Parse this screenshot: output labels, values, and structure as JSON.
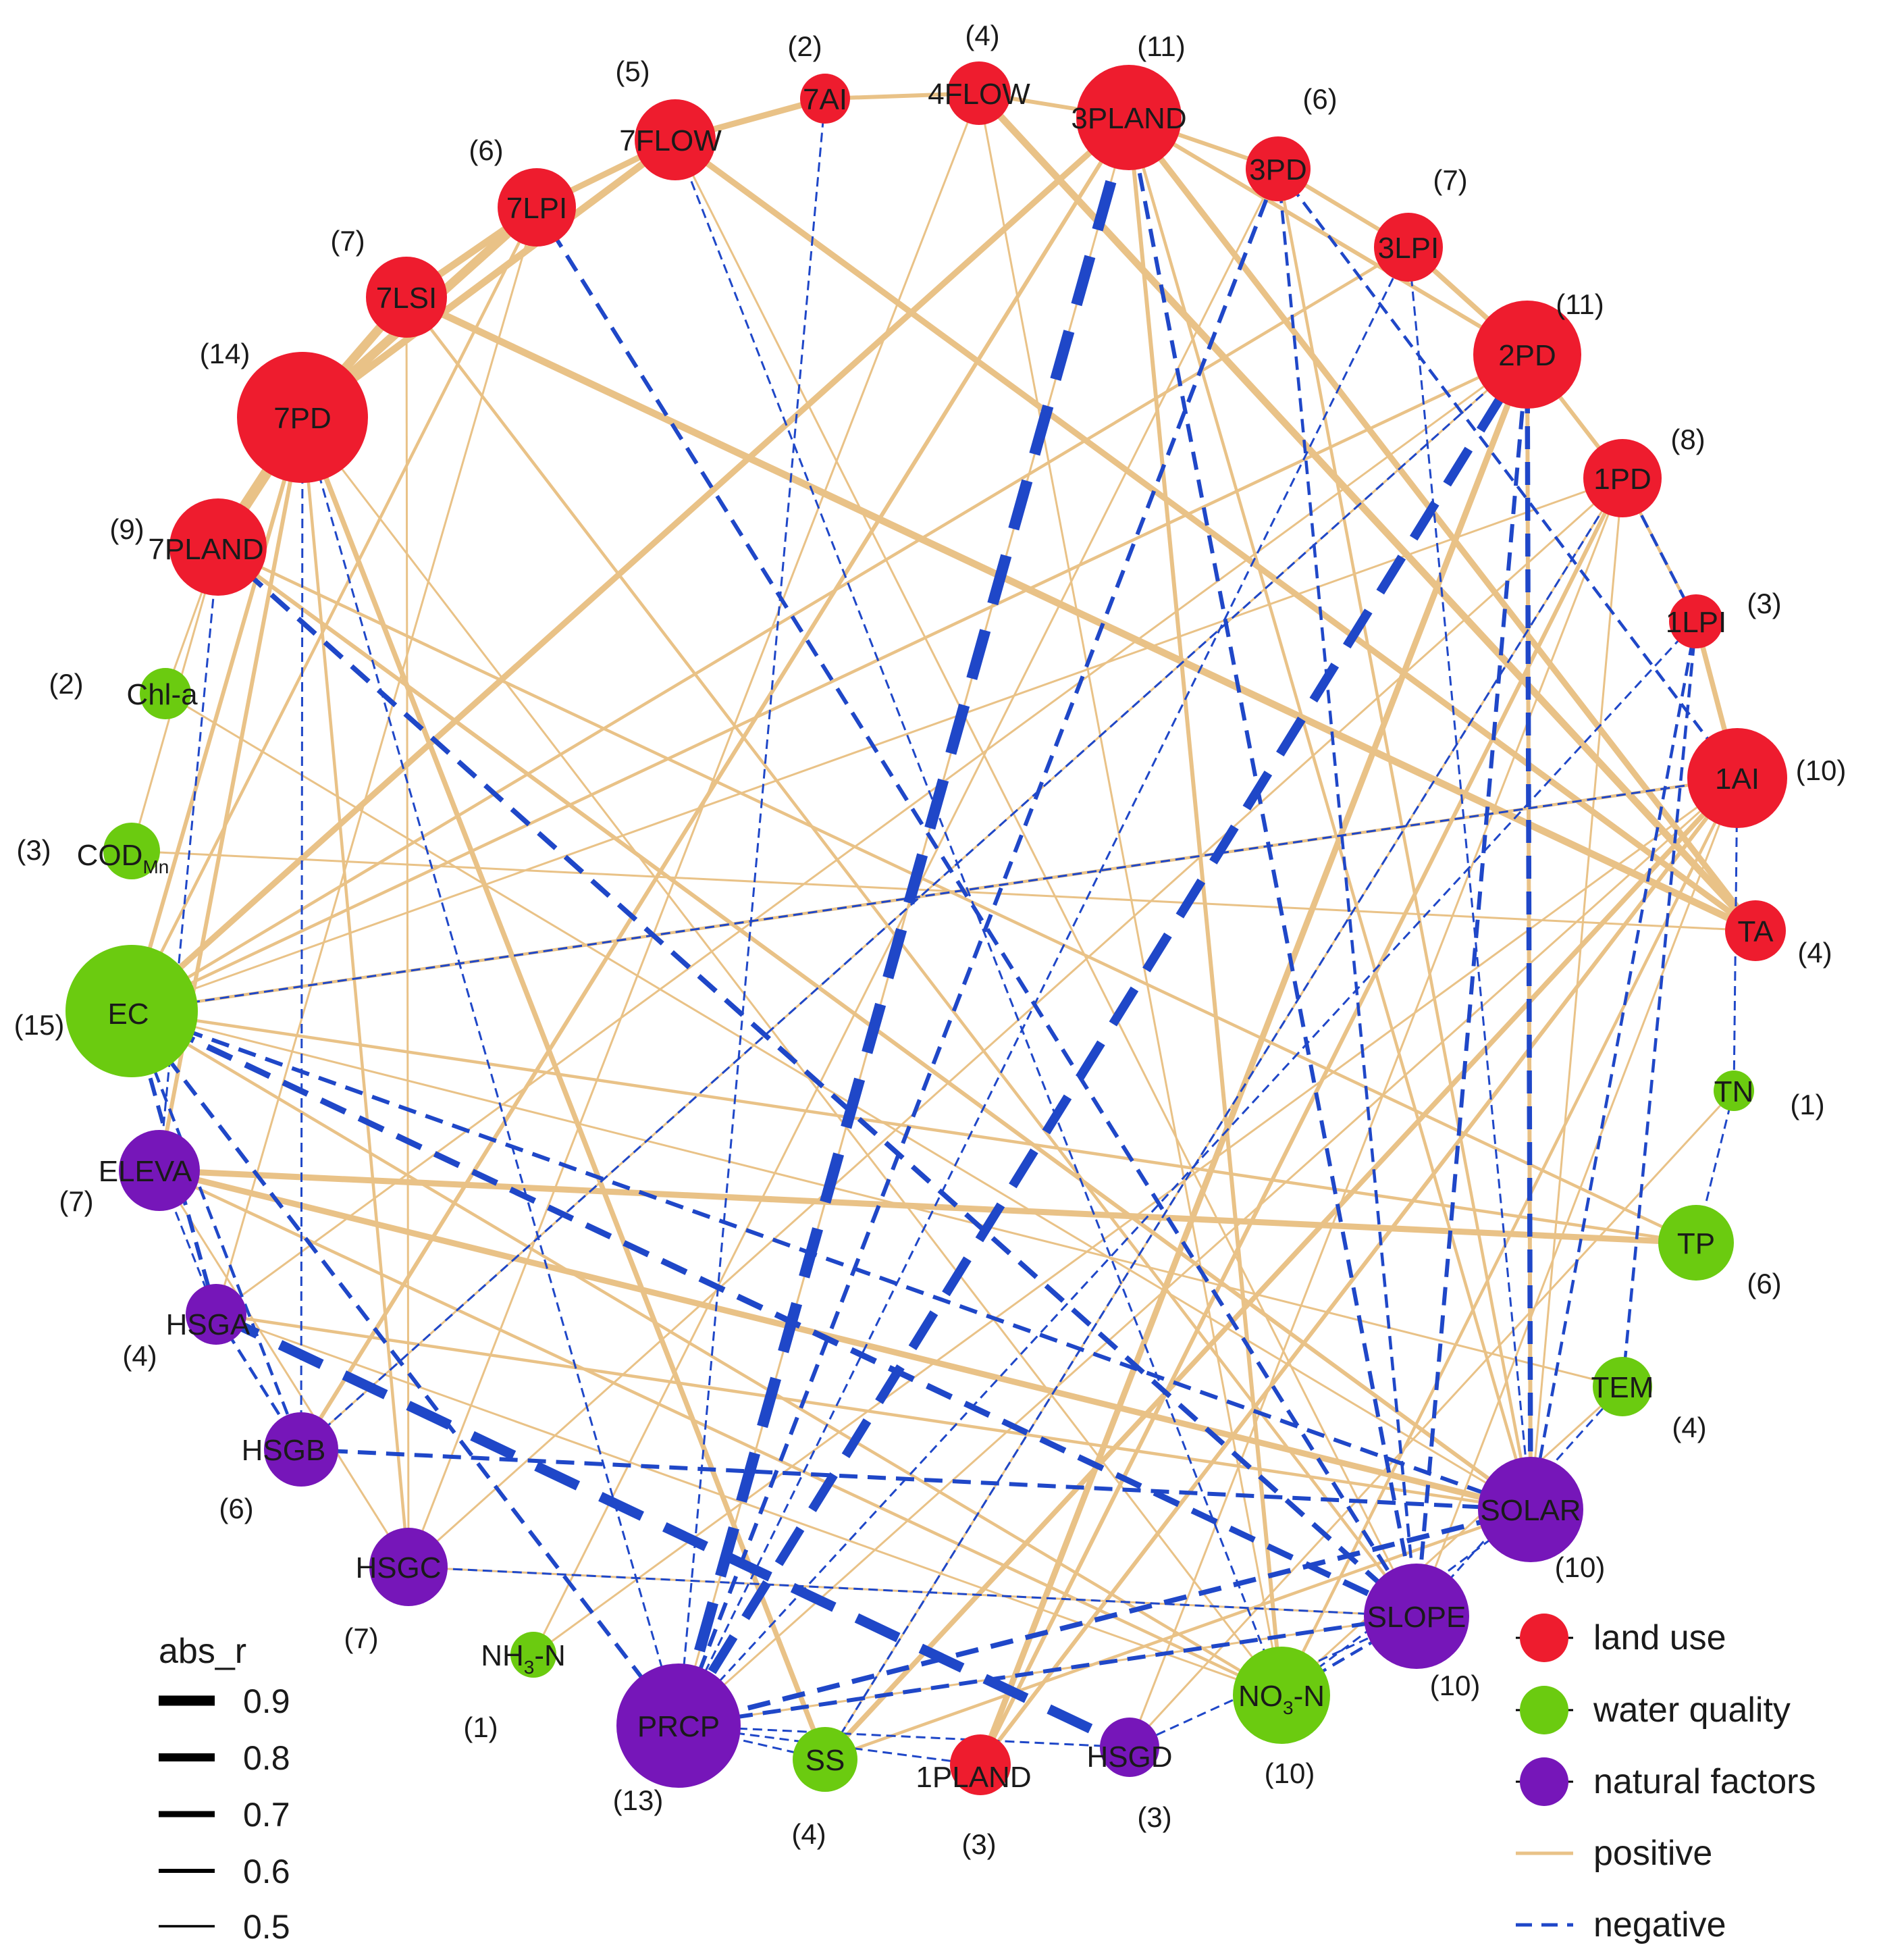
{
  "colors": {
    "land": "#ee1c2e",
    "water": "#6bcb10",
    "natural": "#7616b9",
    "positive": "#e9c287",
    "negative": "#1f47c8"
  },
  "nodes": [
    {
      "id": "7AI",
      "label": "7AI",
      "count": "(2)",
      "group": "land"
    },
    {
      "id": "4FLOW",
      "label": "4FLOW",
      "count": "(4)",
      "group": "land"
    },
    {
      "id": "3PLAND",
      "label": "3PLAND",
      "count": "(11)",
      "group": "land"
    },
    {
      "id": "3PD",
      "label": "3PD",
      "count": "(6)",
      "group": "land"
    },
    {
      "id": "3LPI",
      "label": "3LPI",
      "count": "(7)",
      "group": "land"
    },
    {
      "id": "2PD",
      "label": "2PD",
      "count": "(11)",
      "group": "land"
    },
    {
      "id": "1PD",
      "label": "1PD",
      "count": "(8)",
      "group": "land"
    },
    {
      "id": "1LPI",
      "label": "1LPI",
      "count": "(3)",
      "group": "land"
    },
    {
      "id": "1AI",
      "label": "1AI",
      "count": "(10)",
      "group": "land"
    },
    {
      "id": "TA",
      "label": "TA",
      "count": "(4)",
      "group": "land"
    },
    {
      "id": "TN",
      "label": "TN",
      "count": "(1)",
      "group": "water"
    },
    {
      "id": "TP",
      "label": "TP",
      "count": "(6)",
      "group": "water"
    },
    {
      "id": "TEM",
      "label": "TEM",
      "count": "(4)",
      "group": "water"
    },
    {
      "id": "SOLAR",
      "label": "SOLAR",
      "count": "(10)",
      "group": "natural"
    },
    {
      "id": "SLOPE",
      "label": "SLOPE",
      "count": "(10)",
      "group": "natural"
    },
    {
      "id": "NO3N",
      "label": "NO",
      "sub": "3",
      "tail": "-N",
      "count": "(10)",
      "group": "water"
    },
    {
      "id": "HSGD",
      "label": "HSGD",
      "count": "(3)",
      "group": "natural"
    },
    {
      "id": "1PLAND",
      "label": "1PLAND",
      "count": "(3)",
      "group": "land"
    },
    {
      "id": "SS",
      "label": "SS",
      "count": "(4)",
      "group": "water"
    },
    {
      "id": "PRCP",
      "label": "PRCP",
      "count": "(13)",
      "group": "natural"
    },
    {
      "id": "NH3N",
      "label": "NH",
      "sub": "3",
      "tail": "-N",
      "count": "(1)",
      "group": "water"
    },
    {
      "id": "HSGC",
      "label": "HSGC",
      "count": "(7)",
      "group": "natural"
    },
    {
      "id": "HSGB",
      "label": "HSGB",
      "count": "(6)",
      "group": "natural"
    },
    {
      "id": "HSGA",
      "label": "HSGA",
      "count": "(4)",
      "group": "natural"
    },
    {
      "id": "ELEVA",
      "label": "ELEVA",
      "count": "(7)",
      "group": "natural"
    },
    {
      "id": "EC",
      "label": "EC",
      "count": "(15)",
      "group": "water"
    },
    {
      "id": "CODMn",
      "label": "COD",
      "sub": "Mn",
      "tail": "",
      "count": "(3)",
      "group": "water"
    },
    {
      "id": "Chla",
      "label": "Chl-a",
      "count": "(2)",
      "group": "water"
    },
    {
      "id": "7PLAND",
      "label": "7PLAND",
      "count": "(9)",
      "group": "land"
    },
    {
      "id": "7PD",
      "label": "7PD",
      "count": "(14)",
      "group": "land"
    },
    {
      "id": "7LSI",
      "label": "7LSI",
      "count": "(7)",
      "group": "land"
    },
    {
      "id": "7LPI",
      "label": "7LPI",
      "count": "(6)",
      "group": "land"
    },
    {
      "id": "7FLOW",
      "label": "7FLOW",
      "count": "(5)",
      "group": "land"
    }
  ],
  "edges": [
    [
      "7PD",
      "7PLAND",
      0.95,
      "pos"
    ],
    [
      "7PD",
      "7LSI",
      0.85,
      "pos"
    ],
    [
      "7PD",
      "7LPI",
      0.85,
      "pos"
    ],
    [
      "7PD",
      "7FLOW",
      0.75,
      "pos"
    ],
    [
      "7LSI",
      "7LPI",
      0.75,
      "pos"
    ],
    [
      "7LPI",
      "7FLOW",
      0.7,
      "pos"
    ],
    [
      "7FLOW",
      "7AI",
      0.7,
      "pos"
    ],
    [
      "7AI",
      "4FLOW",
      0.6,
      "pos"
    ],
    [
      "4FLOW",
      "3PLAND",
      0.6,
      "pos"
    ],
    [
      "3PLAND",
      "3PD",
      0.6,
      "pos"
    ],
    [
      "3PD",
      "3LPI",
      0.6,
      "pos"
    ],
    [
      "3LPI",
      "2PD",
      0.65,
      "pos"
    ],
    [
      "2PD",
      "1PD",
      0.6,
      "pos"
    ],
    [
      "1PD",
      "1LPI",
      0.55,
      "pos"
    ],
    [
      "1LPI",
      "1AI",
      0.65,
      "pos"
    ],
    [
      "3PLAND",
      "2PD",
      0.6,
      "pos"
    ],
    [
      "7LSI",
      "TA",
      0.75,
      "pos"
    ],
    [
      "7FLOW",
      "TA",
      0.7,
      "pos"
    ],
    [
      "4FLOW",
      "TA",
      0.75,
      "pos"
    ],
    [
      "3PLAND",
      "TA",
      0.7,
      "pos"
    ],
    [
      "3PLAND",
      "EC",
      0.7,
      "pos"
    ],
    [
      "3PLAND",
      "HSGB",
      0.6,
      "pos"
    ],
    [
      "3PLAND",
      "NO3N",
      0.6,
      "pos"
    ],
    [
      "3PLAND",
      "SOLAR",
      0.55,
      "pos"
    ],
    [
      "2PD",
      "SOLAR",
      0.6,
      "pos"
    ],
    [
      "2PD",
      "HSGA",
      0.5,
      "pos"
    ],
    [
      "2PD",
      "1PLAND",
      0.7,
      "pos"
    ],
    [
      "3PD",
      "SOLAR",
      0.55,
      "pos"
    ],
    [
      "1PD",
      "HSGC",
      0.5,
      "pos"
    ],
    [
      "1PD",
      "1PLAND",
      0.6,
      "pos"
    ],
    [
      "1AI",
      "SS",
      0.65,
      "pos"
    ],
    [
      "1AI",
      "NO3N",
      0.55,
      "pos"
    ],
    [
      "1AI",
      "EC",
      0.55,
      "pos"
    ],
    [
      "3LPI",
      "EC",
      0.55,
      "pos"
    ],
    [
      "7PLAND",
      "SOLAR",
      0.6,
      "pos"
    ],
    [
      "7PLAND",
      "TP",
      0.55,
      "pos"
    ],
    [
      "7PLAND",
      "Chla",
      0.5,
      "pos"
    ],
    [
      "7PLAND",
      "CODMn",
      0.5,
      "pos"
    ],
    [
      "7PD",
      "SS",
      0.65,
      "pos"
    ],
    [
      "7PD",
      "ELEVA",
      0.6,
      "pos"
    ],
    [
      "7PD",
      "EC",
      0.6,
      "pos"
    ],
    [
      "7PD",
      "HSGC",
      0.55,
      "pos"
    ],
    [
      "7PD",
      "NO3N",
      0.5,
      "pos"
    ],
    [
      "7LSI",
      "HSGC",
      0.5,
      "pos"
    ],
    [
      "7LSI",
      "SLOPE",
      0.55,
      "pos"
    ],
    [
      "7LPI",
      "EC",
      0.55,
      "pos"
    ],
    [
      "7LPI",
      "HSGA",
      0.5,
      "pos"
    ],
    [
      "7FLOW",
      "SLOPE",
      0.5,
      "pos"
    ],
    [
      "4FLOW",
      "HSGC",
      0.5,
      "pos"
    ],
    [
      "4FLOW",
      "NO3N",
      0.5,
      "pos"
    ],
    [
      "EC",
      "TP",
      0.55,
      "pos"
    ],
    [
      "EC",
      "TEM",
      0.5,
      "pos"
    ],
    [
      "EC",
      "1PD",
      0.5,
      "pos"
    ],
    [
      "EC",
      "NO3N",
      0.55,
      "pos"
    ],
    [
      "EC",
      "2PD",
      0.55,
      "pos"
    ],
    [
      "ELEVA",
      "TP",
      0.7,
      "pos"
    ],
    [
      "ELEVA",
      "SOLAR",
      0.7,
      "pos"
    ],
    [
      "ELEVA",
      "NO3N",
      0.55,
      "pos"
    ],
    [
      "ELEVA",
      "HSGC",
      0.5,
      "pos"
    ],
    [
      "HSGA",
      "SOLAR",
      0.55,
      "pos"
    ],
    [
      "HSGA",
      "NO3N",
      0.5,
      "pos"
    ],
    [
      "HSGB",
      "2PD",
      0.5,
      "pos"
    ],
    [
      "HSGC",
      "SLOPE",
      0.5,
      "pos"
    ],
    [
      "PRCP",
      "1AI",
      0.5,
      "pos"
    ],
    [
      "PRCP",
      "3PLAND",
      0.5,
      "pos"
    ],
    [
      "PRCP",
      "SLOPE",
      0.5,
      "pos"
    ],
    [
      "SS",
      "SOLAR",
      0.55,
      "pos"
    ],
    [
      "SS",
      "1PD",
      0.5,
      "pos"
    ],
    [
      "NH3N",
      "1AI",
      0.5,
      "pos"
    ],
    [
      "NH3N",
      "3PD",
      0.5,
      "pos"
    ],
    [
      "NO3N",
      "TEM",
      0.5,
      "pos"
    ],
    [
      "SOLAR",
      "1PD",
      0.5,
      "pos"
    ],
    [
      "SLOPE",
      "1AI",
      0.5,
      "pos"
    ],
    [
      "HSGD",
      "1PD",
      0.5,
      "pos"
    ],
    [
      "CODMn",
      "TA",
      0.5,
      "pos"
    ],
    [
      "Chla",
      "SOLAR",
      0.5,
      "pos"
    ],
    [
      "TN",
      "HSGD",
      0.5,
      "pos"
    ],
    [
      "1PLAND",
      "1AI",
      0.6,
      "pos"
    ],
    [
      "PRCP",
      "3PLAND",
      0.95,
      "neg"
    ],
    [
      "PRCP",
      "2PD",
      0.85,
      "neg"
    ],
    [
      "PRCP",
      "3PD",
      0.6,
      "neg"
    ],
    [
      "PRCP",
      "3LPI",
      0.5,
      "neg"
    ],
    [
      "PRCP",
      "7PD",
      0.5,
      "neg"
    ],
    [
      "PRCP",
      "EC",
      0.6,
      "neg"
    ],
    [
      "PRCP",
      "SOLAR",
      0.65,
      "neg"
    ],
    [
      "PRCP",
      "SLOPE",
      0.6,
      "neg"
    ],
    [
      "PRCP",
      "7AI",
      0.5,
      "neg"
    ],
    [
      "PRCP",
      "HSGD",
      0.5,
      "neg"
    ],
    [
      "PRCP",
      "1LPI",
      0.5,
      "neg"
    ],
    [
      "HSGA",
      "HSGD",
      0.9,
      "neg"
    ],
    [
      "HSGA",
      "EC",
      0.6,
      "neg"
    ],
    [
      "HSGA",
      "HSGB",
      0.55,
      "neg"
    ],
    [
      "HSGB",
      "SOLAR",
      0.6,
      "neg"
    ],
    [
      "HSGB",
      "7PD",
      0.5,
      "neg"
    ],
    [
      "HSGC",
      "SLOPE",
      0.5,
      "neg"
    ],
    [
      "ELEVA",
      "7PLAND",
      0.5,
      "neg"
    ],
    [
      "ELEVA",
      "HSGA",
      0.5,
      "neg"
    ],
    [
      "EC",
      "SLOPE",
      0.7,
      "neg"
    ],
    [
      "EC",
      "SOLAR",
      0.6,
      "neg"
    ],
    [
      "EC",
      "1AI",
      0.5,
      "neg"
    ],
    [
      "EC",
      "HSGB",
      0.55,
      "neg"
    ],
    [
      "7PLAND",
      "SLOPE",
      0.65,
      "neg"
    ],
    [
      "7LPI",
      "SLOPE",
      0.6,
      "neg"
    ],
    [
      "7FLOW",
      "NO3N",
      0.5,
      "neg"
    ],
    [
      "3PLAND",
      "SLOPE",
      0.6,
      "neg"
    ],
    [
      "3PD",
      "SLOPE",
      0.55,
      "neg"
    ],
    [
      "3PD",
      "1AI",
      0.55,
      "neg"
    ],
    [
      "3LPI",
      "SOLAR",
      0.5,
      "neg"
    ],
    [
      "2PD",
      "SOLAR",
      0.65,
      "neg"
    ],
    [
      "2PD",
      "SLOPE",
      0.6,
      "neg"
    ],
    [
      "2PD",
      "HSGB",
      0.5,
      "neg"
    ],
    [
      "1PD",
      "1LPI",
      0.55,
      "neg"
    ],
    [
      "1PD",
      "SS",
      0.5,
      "neg"
    ],
    [
      "1LPI",
      "TEM",
      0.55,
      "neg"
    ],
    [
      "1LPI",
      "SOLAR",
      0.55,
      "neg"
    ],
    [
      "1AI",
      "TN",
      0.5,
      "neg"
    ],
    [
      "TN",
      "TP",
      0.5,
      "neg"
    ],
    [
      "TEM",
      "SLOPE",
      0.5,
      "neg"
    ],
    [
      "SLOPE",
      "NO3N",
      0.55,
      "neg"
    ],
    [
      "SS",
      "PRCP",
      0.5,
      "neg"
    ],
    [
      "1PLAND",
      "PRCP",
      0.5,
      "neg"
    ],
    [
      "NO3N",
      "SOLAR",
      0.5,
      "neg"
    ],
    [
      "HSGD",
      "SLOPE",
      0.5,
      "neg"
    ]
  ],
  "legend": {
    "title": "abs_r",
    "widths": [
      "0.9",
      "0.8",
      "0.7",
      "0.6",
      "0.5"
    ],
    "groups": [
      {
        "key": "land",
        "label": "land use"
      },
      {
        "key": "water",
        "label": "water quality"
      },
      {
        "key": "natural",
        "label": "natural factors"
      }
    ],
    "positive_label": "positive",
    "negative_label": "negative"
  }
}
